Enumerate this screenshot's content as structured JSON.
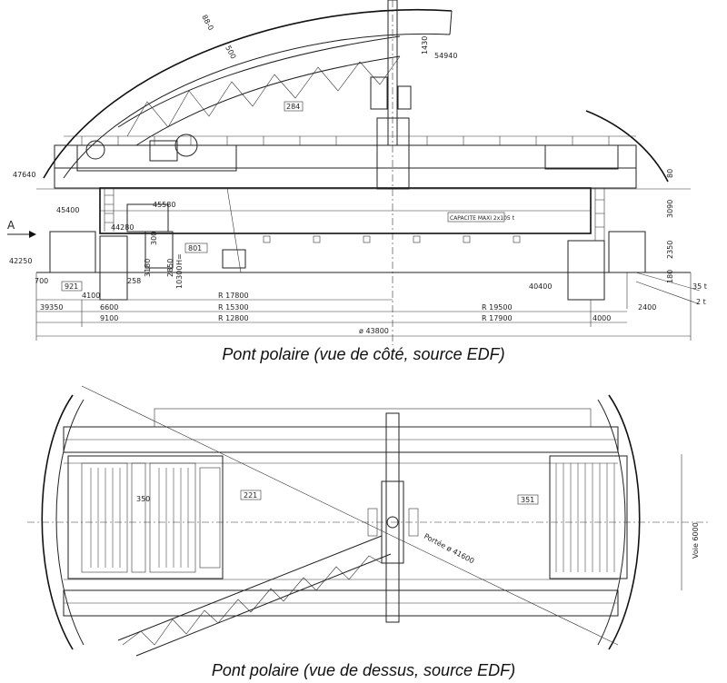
{
  "side_view": {
    "caption": "Pont polaire (vue de côté, source EDF)",
    "view_marker": "A",
    "elevations": [
      "47640",
      "45400",
      "45580",
      "44280",
      "42250",
      "40400",
      "54940"
    ],
    "radii": [
      "R 17800",
      "R 15300",
      "R 12800",
      "R 19500",
      "R 17900"
    ],
    "horizontal_dims": [
      "6600",
      "9100",
      "4100",
      "39350",
      "4000",
      "2400"
    ],
    "diameter": "ø 43800",
    "vertical_dims": [
      "1430",
      "3090",
      "2350",
      "180",
      "80",
      "700",
      "300",
      "3180",
      "2850",
      "10300"
    ],
    "loads": [
      "35 t",
      "2 t"
    ],
    "part_refs": [
      "284",
      "801",
      "921"
    ],
    "capacity_plate": "CAPACITE MAXI 2x105 t",
    "arc_labels": [
      "88-0",
      "500"
    ],
    "small_refs": [
      "H=",
      "258"
    ]
  },
  "top_view": {
    "caption": "Pont polaire (vue de dessus, source EDF)",
    "part_refs": [
      "221",
      "351",
      "350"
    ],
    "span_label": "Portée ø 41600",
    "track_label": "Voie 6000"
  }
}
